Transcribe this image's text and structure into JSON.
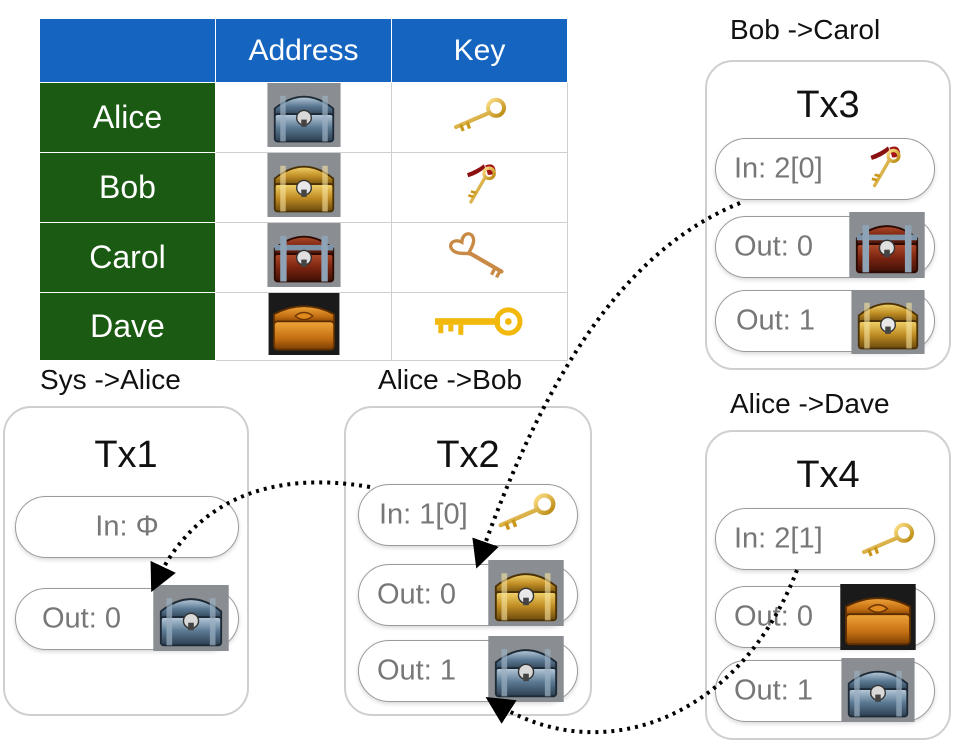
{
  "table": {
    "headers": [
      "",
      "Address",
      "Key"
    ],
    "rows": [
      {
        "name": "Alice",
        "chest": "silver-chest-icon",
        "key": "gold-key-icon"
      },
      {
        "name": "Bob",
        "chest": "gold-chest-icon",
        "key": "red-tassel-key-icon"
      },
      {
        "name": "Carol",
        "chest": "red-chest-icon",
        "key": "heart-key-icon"
      },
      {
        "name": "Dave",
        "chest": "wooden-chest-icon",
        "key": "yellow-key-icon"
      }
    ]
  },
  "transactions": {
    "tx1": {
      "label": "Sys ->Alice",
      "title": "Tx1",
      "in": "In: Φ",
      "out0": "Out: 0"
    },
    "tx2": {
      "label": "Alice ->Bob",
      "title": "Tx2",
      "in": "In: 1[0]",
      "out0": "Out: 0",
      "out1": "Out: 1"
    },
    "tx3": {
      "label": "Bob ->Carol",
      "title": "Tx3",
      "in": "In: 2[0]",
      "out0": "Out: 0",
      "out1": "Out: 1"
    },
    "tx4": {
      "label": "Alice ->Dave",
      "title": "Tx4",
      "in": "In: 2[1]",
      "out0": "Out: 0",
      "out1": "Out: 1"
    }
  },
  "colors": {
    "header_blue": "#1565c0",
    "name_green": "#1a5a12",
    "arrow": "#000000"
  }
}
